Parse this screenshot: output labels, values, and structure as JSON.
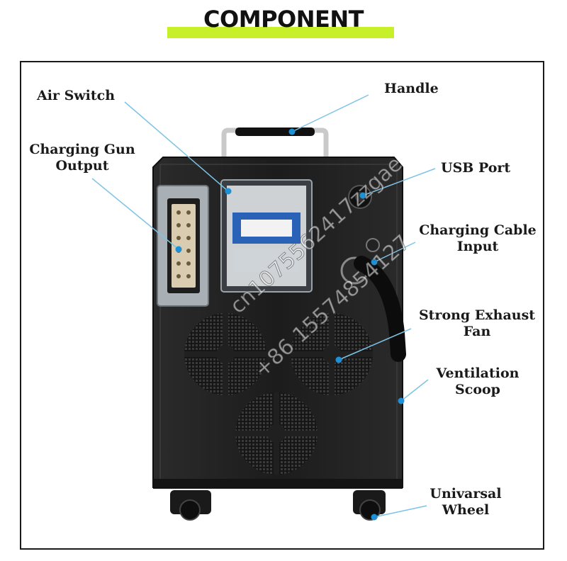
{
  "title": "COMPONENT",
  "colors": {
    "title_bar": "#c8f02a",
    "callout_line": "#7ec3e6",
    "callout_dot": "#1e90d6",
    "cabinet": "#1f1f1f",
    "panel": "#2a2a2a"
  },
  "callouts": {
    "air_switch": "Air Switch",
    "handle": "Handle",
    "charging_gun_output": [
      "Charging Gun",
      "Output"
    ],
    "usb_port": "USB Port",
    "charging_cable_input": [
      "Charging Cable",
      "Input"
    ],
    "strong_exhaust_fan": [
      "Strong Exhaust",
      "Fan"
    ],
    "ventilation_scoop": [
      "Ventilation",
      "Scoop"
    ],
    "universal_wheel": [
      "Univarsal",
      "Wheel"
    ]
  },
  "watermark": {
    "line1": "cn1075562417zzgae",
    "line2": "+86 15574854127"
  }
}
